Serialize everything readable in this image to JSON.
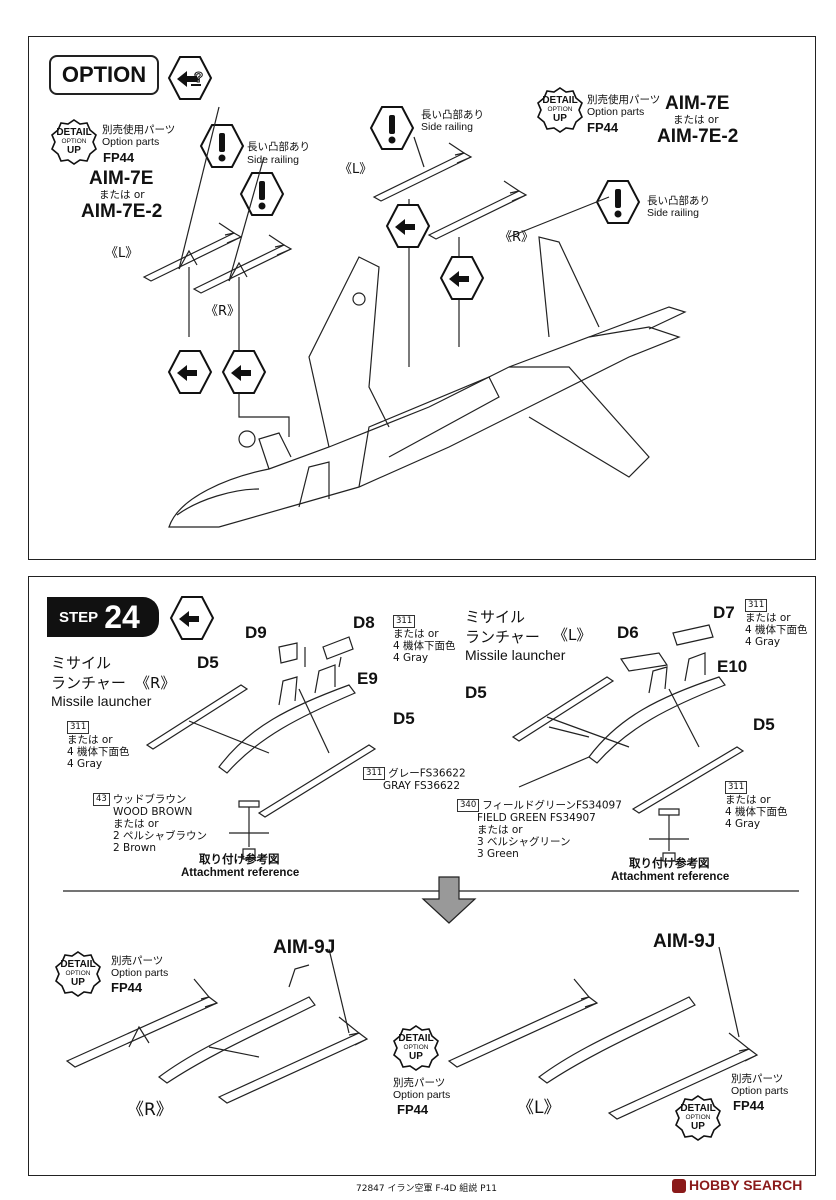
{
  "option_panel": {
    "title": "OPTION",
    "detail_badge": {
      "line1": "DETAIL",
      "line2": "OPTION",
      "line3": "UP"
    },
    "left_group": {
      "note_jp": "別売使用パーツ",
      "note_en": "Option parts",
      "part_code": "FP44",
      "missile": "AIM-7E",
      "or_text": "または or",
      "missile_alt": "AIM-7E-2",
      "side_jp": "長い凸部あり",
      "side_en": "Side railing",
      "l_label": "《L》",
      "r_label": "《R》"
    },
    "right_group": {
      "side_jp_top": "長い凸部あり",
      "side_en_top": "Side railing",
      "note_jp": "別売使用パーツ",
      "note_en": "Option parts",
      "part_code": "FP44",
      "missile": "AIM-7E",
      "or_text": "または or",
      "missile_alt": "AIM-7E-2",
      "side_jp": "長い凸部あり",
      "side_en": "Side railing",
      "l_label": "《L》",
      "r_label": "《R》"
    }
  },
  "step_panel": {
    "step_word": "STEP",
    "step_number": "24",
    "right_side": {
      "label_jp1": "ミサイル",
      "label_jp2": "ランチャー",
      "label_r": "《R》",
      "label_en": "Missile launcher",
      "d9": "D9",
      "d8": "D8",
      "d5_top": "D5",
      "e9": "E9",
      "d5_bottom": "D5",
      "c311": "311",
      "c43": "43",
      "paint_d8": [
        "311",
        "または or",
        "4 機体下面色",
        "4 Gray"
      ],
      "paint_left": [
        "311",
        "または or",
        "4 機体下面色",
        "4 Gray"
      ],
      "gray_jp": "グレーFS36622",
      "gray_en": "GRAY FS36622",
      "brown": [
        "ウッドブラウン",
        "WOOD BROWN",
        "または or",
        "2 ペルシャブラウン",
        "2 Brown"
      ],
      "attach_jp": "取り付け参考図",
      "attach_en": "Attachment reference"
    },
    "left_side": {
      "label_jp1": "ミサイル",
      "label_jp2": "ランチャー",
      "label_l": "《L》",
      "label_en": "Missile launcher",
      "d7": "D7",
      "d6": "D6",
      "d5_top": "D5",
      "e10": "E10",
      "d5_bottom": "D5",
      "c311": "311",
      "c340": "340",
      "paint_d7": [
        "311",
        "または or",
        "4 機体下面色",
        "4 Gray"
      ],
      "paint_right": [
        "311",
        "または or",
        "4 機体下面色",
        "4 Gray"
      ],
      "green": [
        "フィールドグリーンFS34097",
        "FIELD GREEN FS34907",
        "または or",
        "3 ベルシャグリーン",
        "3 Green"
      ],
      "attach_jp": "取り付け参考図",
      "attach_en": "Attachment reference"
    },
    "bottom": {
      "aim_r": "AIM-9J",
      "aim_l": "AIM-9J",
      "opt_jp": "別売パーツ",
      "opt_en": "Option parts",
      "fp": "FP44",
      "r_label": "《R》",
      "l_label": "《L》"
    }
  },
  "footer": {
    "text": "72847 イラン空軍 F-4D 組説 P11",
    "watermark": "HOBBY SEARCH"
  }
}
